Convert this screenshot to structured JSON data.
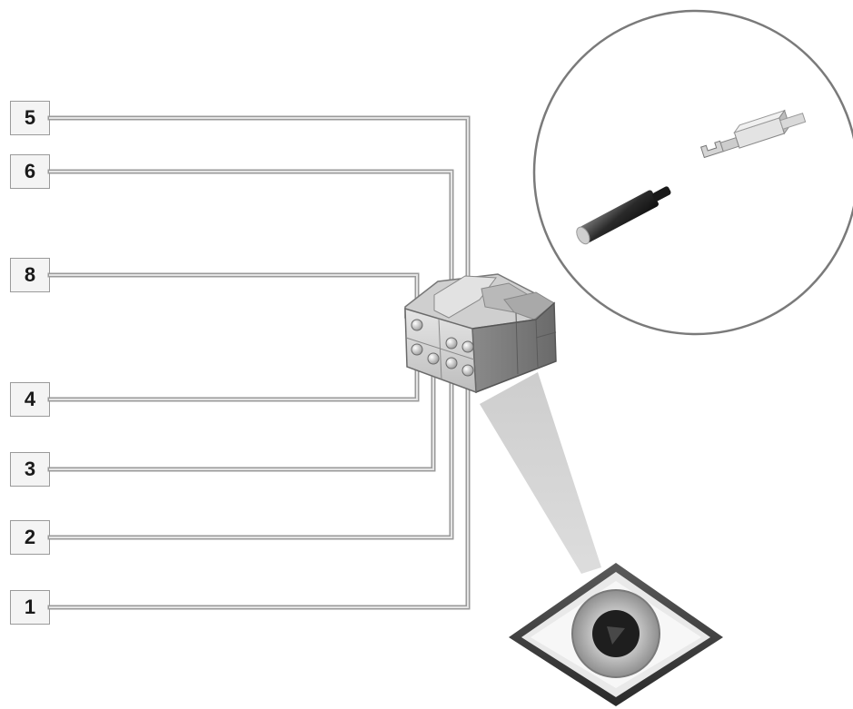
{
  "pins": [
    {
      "label": "5"
    },
    {
      "label": "6"
    },
    {
      "label": "8"
    },
    {
      "label": "4"
    },
    {
      "label": "3"
    },
    {
      "label": "2"
    },
    {
      "label": "1"
    }
  ],
  "icons": {
    "connector": "connector-housing-icon",
    "detail": "terminal-and-wire-detail-icon",
    "viewpoint": "eye-icon"
  },
  "colors": {
    "wire": "#b5b5b5",
    "housing": "#8c8c8c",
    "label_border": "#9a9a9a"
  }
}
